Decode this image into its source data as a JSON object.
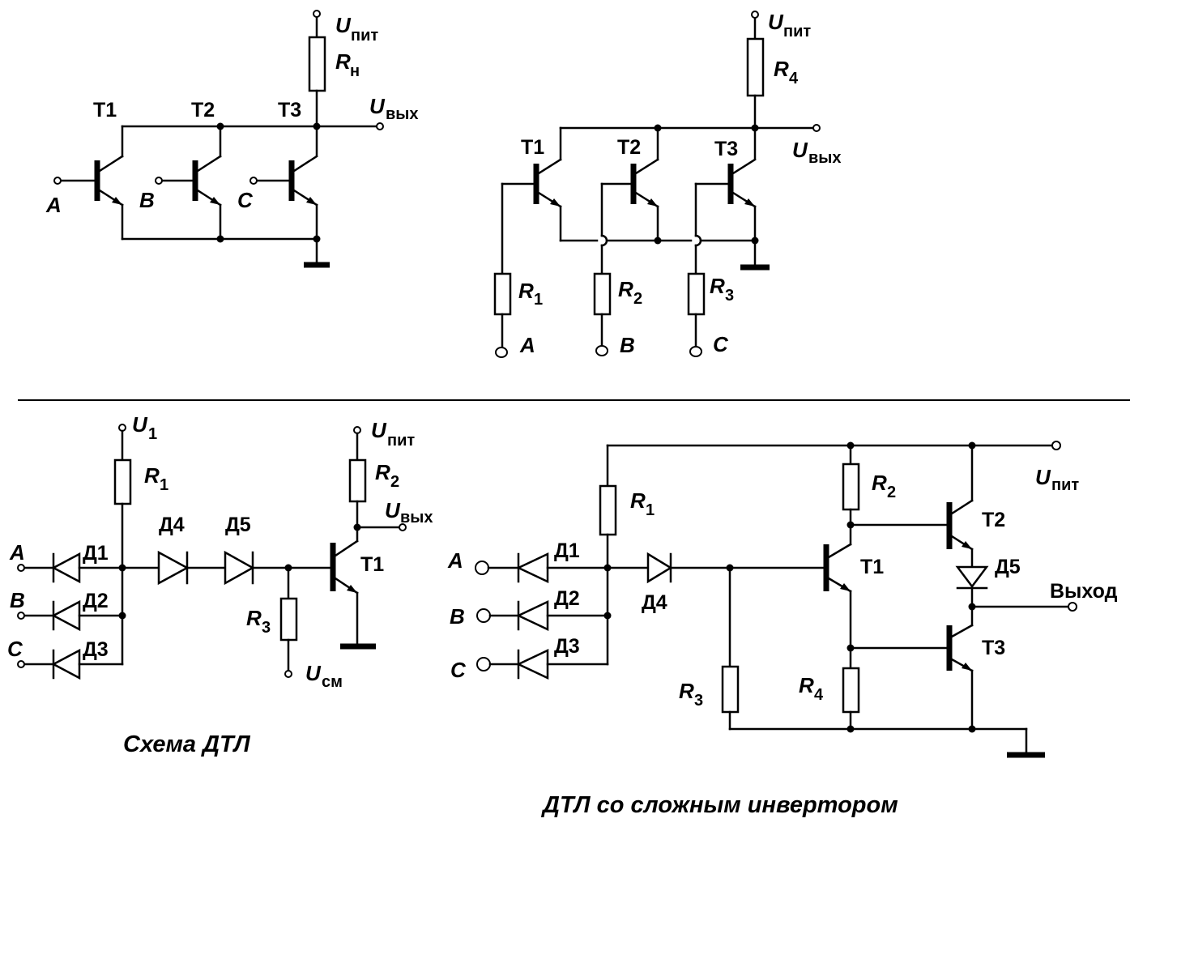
{
  "circuit_top_left": {
    "supply": "U",
    "supply_sub": "пит",
    "load": "R",
    "load_sub": "н",
    "output": "U",
    "output_sub": "вых",
    "transistors": [
      "T1",
      "T2",
      "T3"
    ],
    "inputs": [
      "A",
      "B",
      "C"
    ]
  },
  "circuit_top_right": {
    "supply": "U",
    "supply_sub": "пит",
    "load": "R",
    "load_sub": "4",
    "output": "U",
    "output_sub": "вых",
    "transistors": [
      "T1",
      "T2",
      "T3"
    ],
    "base_resistors": [
      {
        "r": "R",
        "sub": "1"
      },
      {
        "r": "R",
        "sub": "2"
      },
      {
        "r": "R",
        "sub": "3"
      }
    ],
    "inputs": [
      "A",
      "B",
      "C"
    ]
  },
  "circuit_bottom_left": {
    "bias": "U",
    "bias_sub": "1",
    "r1": "R",
    "r1_sub": "1",
    "supply": "U",
    "supply_sub": "пит",
    "r2": "R",
    "r2_sub": "2",
    "output": "U",
    "output_sub": "вых",
    "r3": "R",
    "r3_sub": "3",
    "offset": "U",
    "offset_sub": "см",
    "inputs": [
      "A",
      "B",
      "C"
    ],
    "diodes": [
      "Д1",
      "Д2",
      "Д3",
      "Д4",
      "Д5"
    ],
    "transistor": "T1",
    "caption": "Схема  ДТЛ"
  },
  "circuit_bottom_right": {
    "r1": "R",
    "r1_sub": "1",
    "r2": "R",
    "r2_sub": "2",
    "r3": "R",
    "r3_sub": "3",
    "r4": "R",
    "r4_sub": "4",
    "supply": "U",
    "supply_sub": "пит",
    "inputs": [
      "A",
      "B",
      "C"
    ],
    "diodes": [
      "Д1",
      "Д2",
      "Д3",
      "Д4",
      "Д5"
    ],
    "transistors": [
      "T1",
      "T2",
      "T3"
    ],
    "output_label": "Выход",
    "caption": "ДТЛ со сложным инвертором"
  }
}
